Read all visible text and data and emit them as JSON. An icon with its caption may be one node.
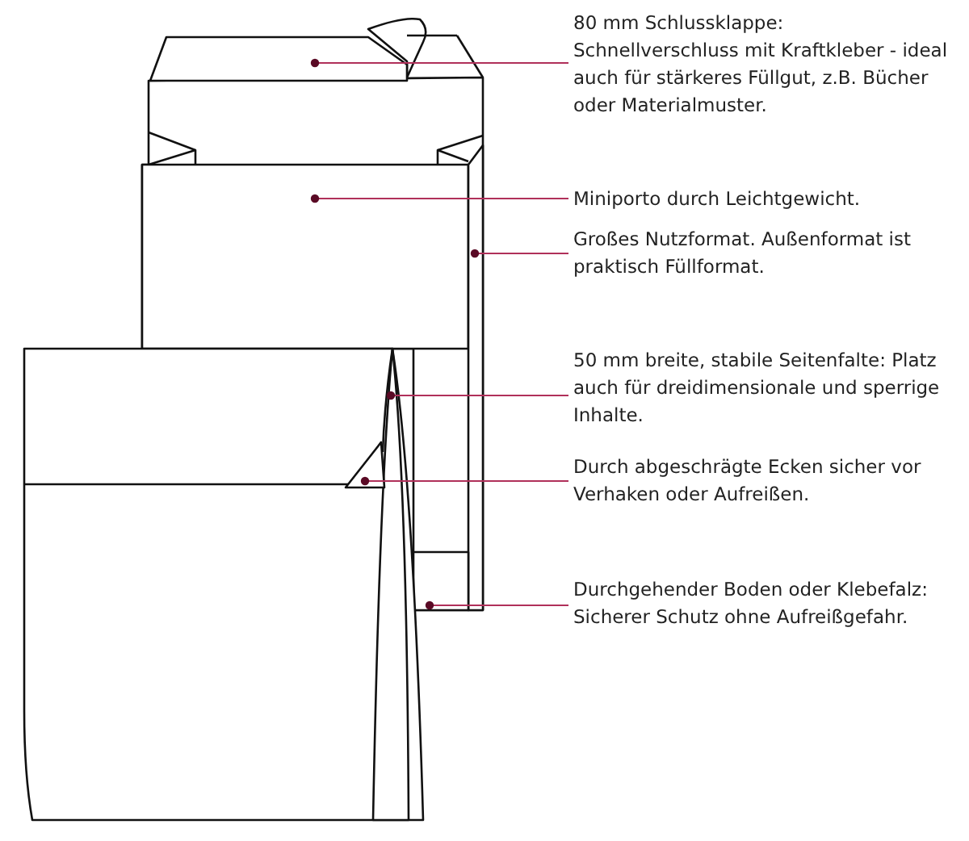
{
  "diagram": {
    "nodes": [
      {
        "text": [
          "80 mm Schlussklappe: Schnellverschluss mit Kraftkleber - ideal auch für stärkeres Füllgut, z.B. Bücher oder Materialmuster."
        ]
      },
      {
        "text": [
          "Miniporto durch Leichtgewicht."
        ]
      },
      {
        "text": [
          "Großes Nutzformat. Außenformat ist praktisch Füllformat."
        ]
      },
      {
        "text": [
          "50 mm breite, stabile Seitenfalte: Platz auch für dreidimensionale und sperrige Inhalte."
        ]
      },
      {
        "text": [
          "Durch abgeschrägte Ecken sicher vor Verhaken oder Aufreißen."
        ]
      },
      {
        "text": [
          "Durchgehender Boden oder Klebefalz: Sicherer Schutz ohne Aufreißgefahr."
        ]
      },
      {
        "text": [],
        "shape": "picture"
      },
      {
        "text": [],
        "shape": "picture"
      },
      {
        "text": [],
        "shape": "picture"
      },
      {
        "text": [],
        "shape": "picture"
      },
      {
        "text": [],
        "shape": "picture"
      },
      {
        "text": [],
        "shape": "picture"
      }
    ],
    "edges": [
      {
        "from": 0,
        "to": 6,
        "arrow": "other"
      },
      {
        "from": 1,
        "to": 7,
        "arrow": "other"
      },
      {
        "from": 2,
        "to": 8,
        "arrow": "other"
      },
      {
        "from": 3,
        "to": 9,
        "arrow": "other"
      },
      {
        "from": 4,
        "to": 10,
        "arrow": "other"
      },
      {
        "from": 5,
        "to": 11,
        "arrow": "other"
      }
    ]
  }
}
